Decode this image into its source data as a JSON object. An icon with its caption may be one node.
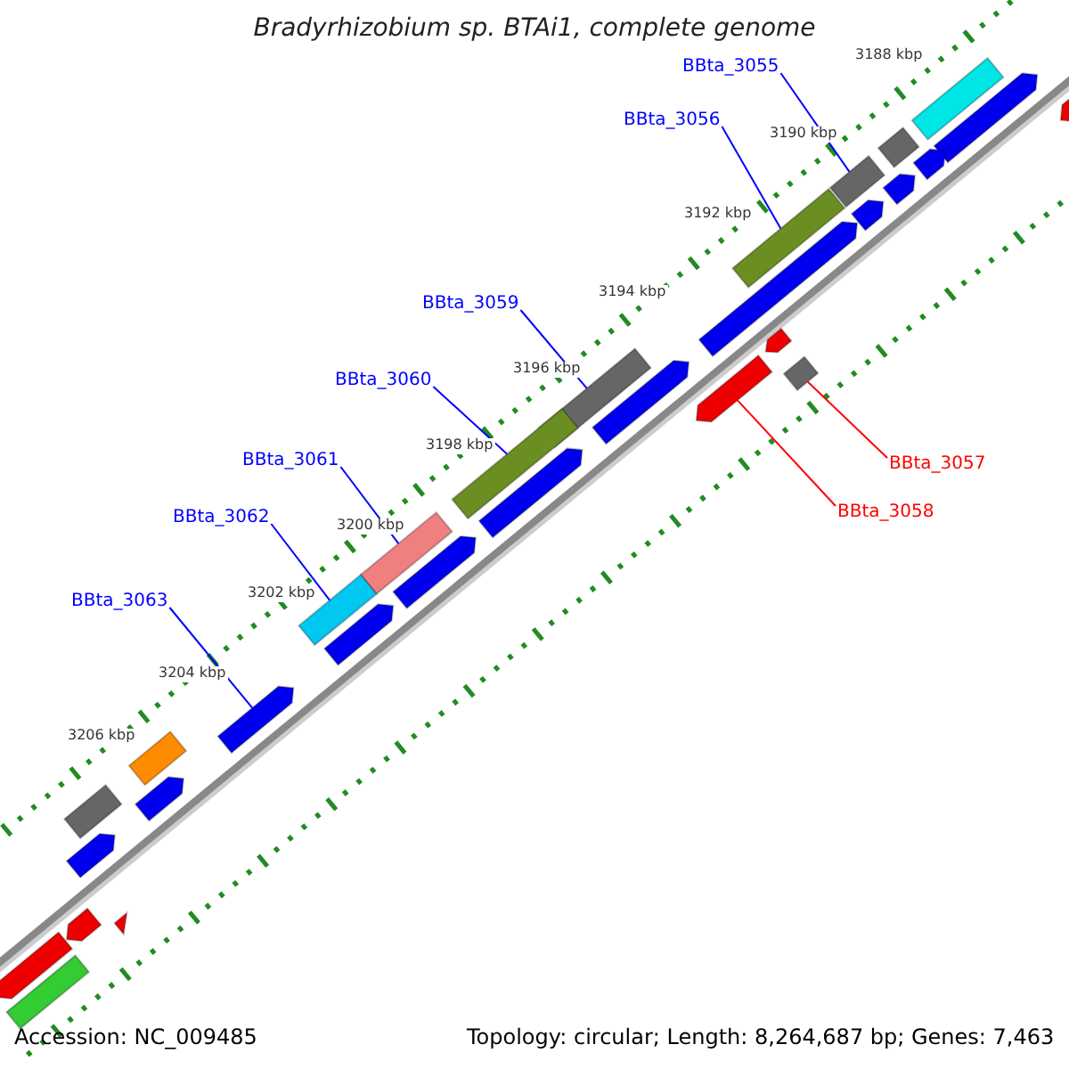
{
  "diagram": {
    "title": "Bradyrhizobium sp. BTAi1, complete genome",
    "nodes": [
      {
        "text": [
          "BBta_3055"
        ]
      },
      {
        "text": [],
        "shape": "bar"
      },
      {
        "text": [
          "BBta_3056"
        ]
      },
      {
        "text": [],
        "shape": "bar"
      },
      {
        "text": [
          "BBta_3059"
        ]
      },
      {
        "text": [],
        "shape": "bar"
      },
      {
        "text": [
          "BBta_3060"
        ]
      },
      {
        "text": [],
        "shape": "bar"
      },
      {
        "text": [
          "BBta_3061"
        ]
      },
      {
        "text": [],
        "shape": "bar"
      },
      {
        "text": [
          "BBta_3057"
        ]
      },
      {
        "text": [],
        "shape": "bar"
      },
      {
        "text": [
          "BBta_3058"
        ]
      },
      {
        "text": [],
        "shape": "arrow"
      },
      {
        "text": [
          "BBta_3062"
        ]
      },
      {
        "text": [],
        "shape": "bar"
      },
      {
        "text": [
          "BBta_3063"
        ]
      },
      {
        "text": [],
        "shape": "arrow"
      },
      {
        "text": [],
        "shape": "arrow"
      },
      {
        "text": [],
        "shape": "bar"
      },
      {
        "text": [],
        "shape": "arrow"
      },
      {
        "text": [],
        "shape": "bar"
      },
      {
        "text": [],
        "shape": "arrow"
      },
      {
        "text": [],
        "shape": "arrow"
      },
      {
        "text": [],
        "shape": "arrow"
      },
      {
        "text": [],
        "shape": "arrow"
      },
      {
        "text": [],
        "shape": "arrow"
      },
      {
        "text": [],
        "shape": "arrow"
      },
      {
        "text": [],
        "shape": "arrow"
      },
      {
        "text": [],
        "shape": "arrow"
      },
      {
        "text": [],
        "shape": "arrow"
      },
      {
        "text": [],
        "shape": "bar"
      },
      {
        "text": [],
        "shape": "arrow"
      },
      {
        "text": [],
        "shape": "bar"
      },
      {
        "text": [],
        "shape": "arrow"
      },
      {
        "text": [],
        "shape": "triangle"
      },
      {
        "text": [],
        "shape": "arrow"
      },
      {
        "text": [],
        "shape": "arrow"
      },
      {
        "text": [],
        "shape": "bar"
      }
    ],
    "edges": [
      {
        "from": 0,
        "to": 1,
        "arrow": "none"
      },
      {
        "from": 2,
        "to": 3,
        "arrow": "none"
      },
      {
        "from": 4,
        "to": 5,
        "arrow": "none"
      },
      {
        "from": 6,
        "to": 7,
        "arrow": "none"
      },
      {
        "from": 8,
        "to": 9,
        "arrow": "none"
      },
      {
        "from": 10,
        "to": 11,
        "arrow": "none",
        "color": "#ff0000"
      },
      {
        "from": 12,
        "to": 13,
        "arrow": "none",
        "color": "#ff0000"
      },
      {
        "from": 14,
        "to": 15,
        "arrow": "none"
      },
      {
        "from": 16,
        "to": 17,
        "arrow": "none"
      }
    ],
    "labels": [
      "3188 kbp",
      "3190 kbp",
      "3192 kbp",
      "3194 kbp",
      "3196 kbp",
      "3198 kbp",
      "3200 kbp",
      "3202 kbp",
      "3204 kbp",
      "3206 kbp",
      "Accession: NC_009485",
      "Topology: circular; Length: 8,264,687 bp; Genes: 7,463"
    ]
  }
}
